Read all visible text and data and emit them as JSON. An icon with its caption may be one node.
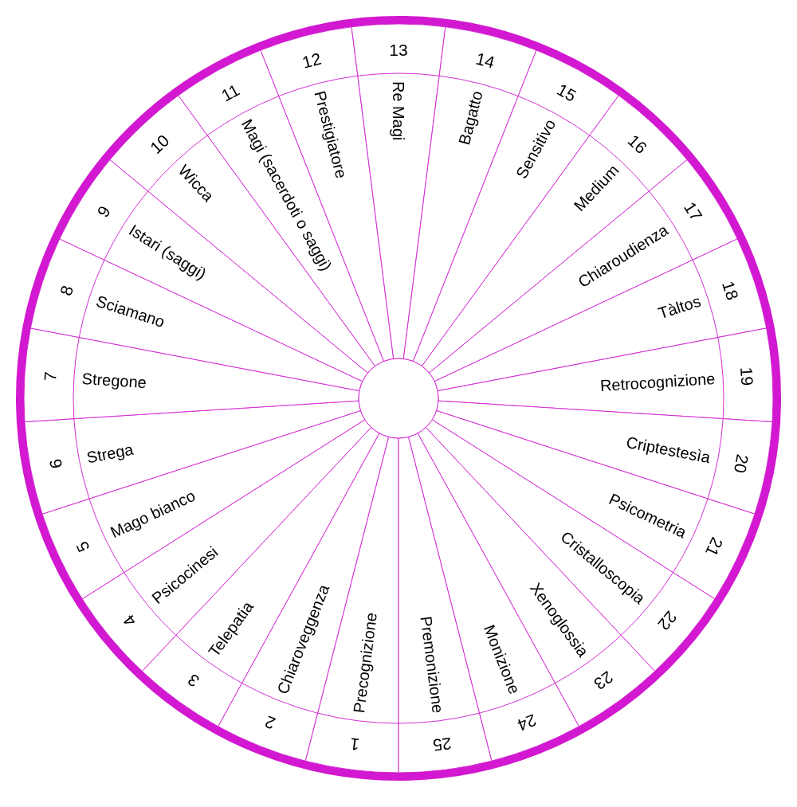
{
  "diagram": {
    "nodes": [
      {
        "text": [
          "1",
          "Precognizione"
        ]
      },
      {
        "text": [
          "2",
          "Chiaroveggenza"
        ]
      },
      {
        "text": [
          "3",
          "Telepatia"
        ]
      },
      {
        "text": [
          "4",
          "Psicocinesi"
        ]
      },
      {
        "text": [
          "5",
          "Mago bianco"
        ]
      },
      {
        "text": [
          "6",
          "Strega"
        ]
      },
      {
        "text": [
          "7",
          "Stregone"
        ]
      },
      {
        "text": [
          "8",
          "Sciamano"
        ]
      },
      {
        "text": [
          "9",
          "Istari (saggi)"
        ]
      },
      {
        "text": [
          "10",
          "Wicca"
        ]
      },
      {
        "text": [
          "11",
          "Magi (sacerdoti o saggi)"
        ]
      },
      {
        "text": [
          "12",
          "Prestigiatore"
        ]
      },
      {
        "text": [
          "13",
          "Re Magi"
        ]
      },
      {
        "text": [
          "14",
          "Bagatto"
        ]
      },
      {
        "text": [
          "15",
          "Sensitivo"
        ]
      },
      {
        "text": [
          "16",
          "Medium"
        ]
      },
      {
        "text": [
          "17",
          "Chiaroudienza"
        ]
      },
      {
        "text": [
          "18",
          "Tàltos"
        ]
      },
      {
        "text": [
          "19",
          "Retrocognizione"
        ]
      },
      {
        "text": [
          "20",
          "Criptestesìa"
        ]
      },
      {
        "text": [
          "21",
          "Psicometria"
        ]
      },
      {
        "text": [
          "22",
          "Cristalloscopia"
        ]
      },
      {
        "text": [
          "23",
          "Xenoglossia"
        ]
      },
      {
        "text": [
          "24",
          "Monizione"
        ]
      },
      {
        "text": [
          "25",
          "Premonizione"
        ]
      },
      {
        "text": [],
        "shape": "circle"
      }
    ]
  }
}
